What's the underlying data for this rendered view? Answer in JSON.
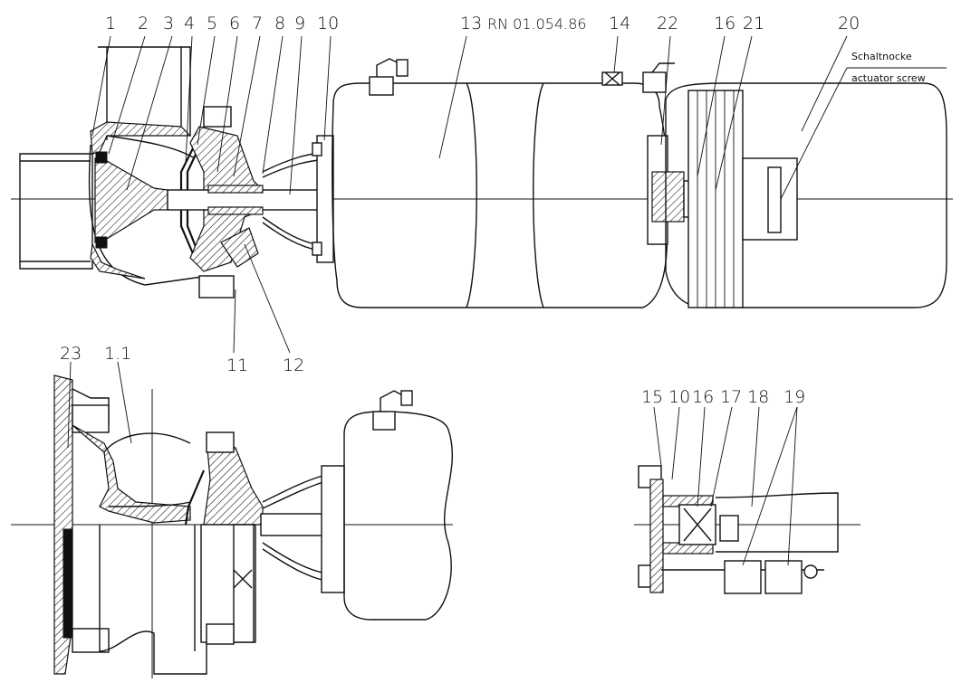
{
  "drawing": {
    "reference": "RN 01.054.86",
    "callouts_main": [
      "1",
      "2",
      "3",
      "4",
      "5",
      "6",
      "7",
      "8",
      "9",
      "10",
      "13",
      "14",
      "22",
      "16",
      "21",
      "20",
      "11",
      "12"
    ],
    "label_13": "13",
    "label_14": "14",
    "label_22": "22",
    "label_16": "16",
    "label_21": "21",
    "label_20": "20",
    "label_11": "11",
    "label_12": "12",
    "label_1": "1",
    "label_2": "2",
    "label_3": "3",
    "label_4": "4",
    "label_5": "5",
    "label_6": "6",
    "label_7": "7",
    "label_8": "8",
    "label_9": "9",
    "label_10": "10",
    "schaltnocke": "Schaltnocke",
    "actuator_screw": "actuator screw",
    "label_23": "23",
    "label_1_1": "1.1",
    "label_15": "15",
    "label_10b": "10",
    "label_16b": "16",
    "label_17": "17",
    "label_18": "18",
    "label_19": "19"
  }
}
